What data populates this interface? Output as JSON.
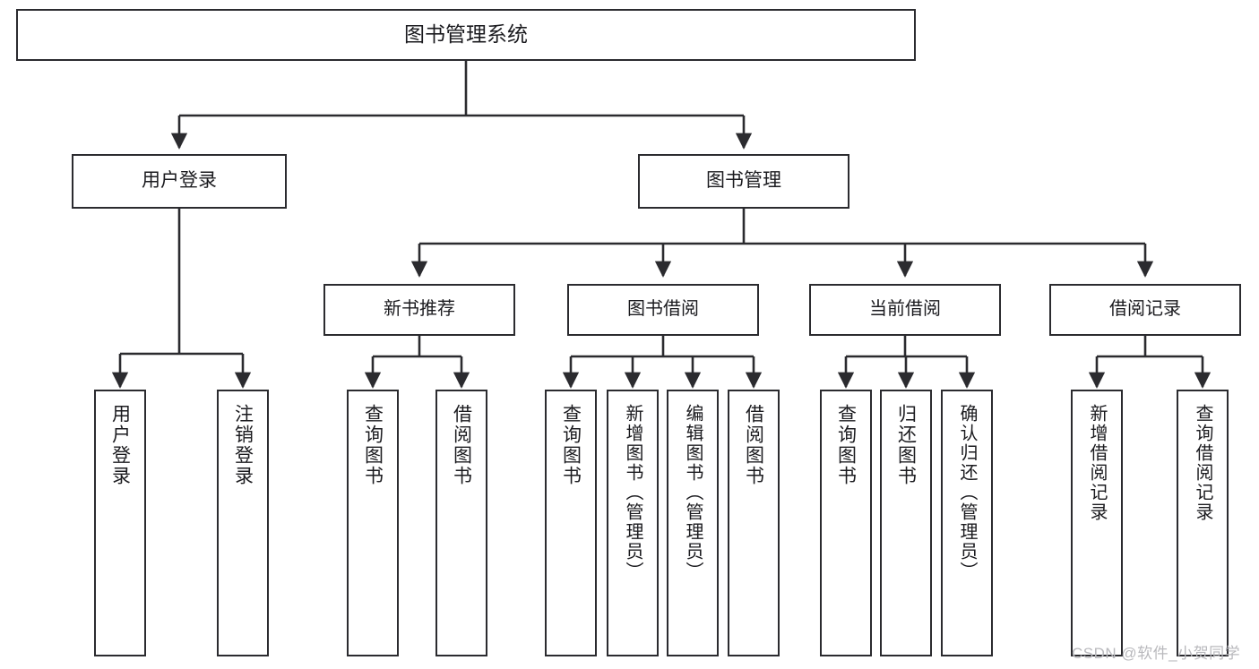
{
  "diagram": {
    "type": "tree",
    "title": "图书管理系统",
    "background": "#ffffff",
    "line_color": "#2b2b2f",
    "box_fill": "#ffffff",
    "watermark": "CSDN @软件_小贺同学",
    "nodes": {
      "root": {
        "label": "图书管理系统"
      },
      "level1": [
        {
          "id": "user-login",
          "label": "用户登录"
        },
        {
          "id": "book-manage",
          "label": "图书管理"
        }
      ],
      "level2": [
        {
          "id": "new-book-recommend",
          "label": "新书推荐"
        },
        {
          "id": "book-borrow",
          "label": "图书借阅"
        },
        {
          "id": "current-borrow",
          "label": "当前借阅"
        },
        {
          "id": "borrow-record",
          "label": "借阅记录"
        }
      ],
      "leaves": [
        {
          "id": "leaf-user-login",
          "label": "用户登录",
          "parent": "user-login"
        },
        {
          "id": "leaf-logout-login",
          "label": "注销登录",
          "parent": "user-login"
        },
        {
          "id": "leaf-query-book-1",
          "label": "查询图书",
          "parent": "new-book-recommend"
        },
        {
          "id": "leaf-borrow-book-1",
          "label": "借阅图书",
          "parent": "new-book-recommend"
        },
        {
          "id": "leaf-query-book-2",
          "label": "查询图书",
          "parent": "book-borrow"
        },
        {
          "id": "leaf-add-book",
          "label": "新增图书（管理员）",
          "parent": "book-borrow"
        },
        {
          "id": "leaf-edit-book",
          "label": "编辑图书（管理员）",
          "parent": "book-borrow"
        },
        {
          "id": "leaf-borrow-book-2",
          "label": "借阅图书",
          "parent": "book-borrow"
        },
        {
          "id": "leaf-query-book-3",
          "label": "查询图书",
          "parent": "current-borrow"
        },
        {
          "id": "leaf-return-book",
          "label": "归还图书",
          "parent": "current-borrow"
        },
        {
          "id": "leaf-confirm-return",
          "label": "确认归还（管理员）",
          "parent": "current-borrow"
        },
        {
          "id": "leaf-add-record",
          "label": "新增借阅记录",
          "parent": "borrow-record"
        },
        {
          "id": "leaf-query-record",
          "label": "查询借阅记录",
          "parent": "borrow-record"
        }
      ]
    }
  }
}
